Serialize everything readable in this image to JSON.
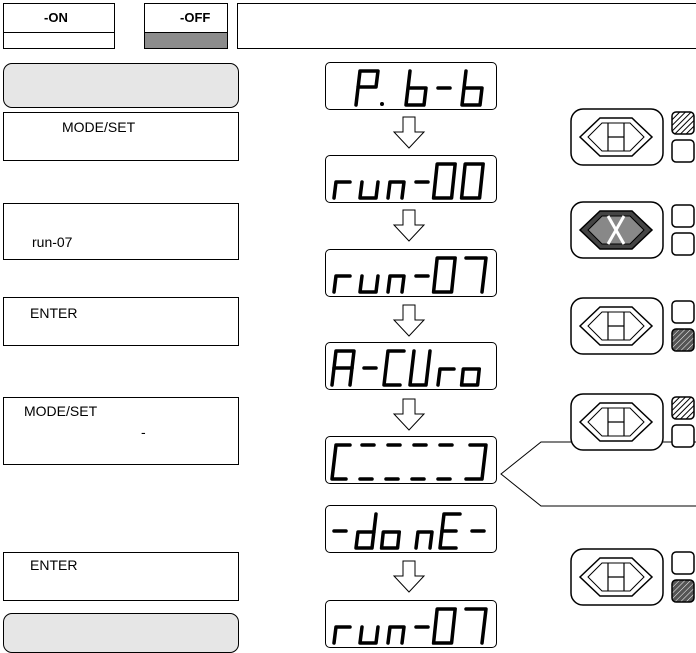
{
  "header": {
    "on_label": "-ON",
    "off_label": "-OFF"
  },
  "steps": {
    "step1_text": "MODE/SET",
    "step2_text": "run-07",
    "step3_text": "ENTER",
    "step4_line1": "MODE/SET",
    "step4_line2": "-",
    "step5_text": "ENTER"
  },
  "displays": [
    {
      "name": "display-pbb",
      "text": "P. b-b"
    },
    {
      "name": "display-run00",
      "text": "run-00"
    },
    {
      "name": "display-run07",
      "text": "run-07"
    },
    {
      "name": "display-acuro",
      "text": "A-CUro"
    },
    {
      "name": "display-progress",
      "text": "[----]"
    },
    {
      "name": "display-done",
      "text": "-donE-"
    },
    {
      "name": "display-run07-final",
      "text": "run-07"
    }
  ],
  "colors": {
    "header_off_fill": "#8c8c8c",
    "rounded_box_fill": "#e6e6e6",
    "pressed_fill": "#555555"
  }
}
